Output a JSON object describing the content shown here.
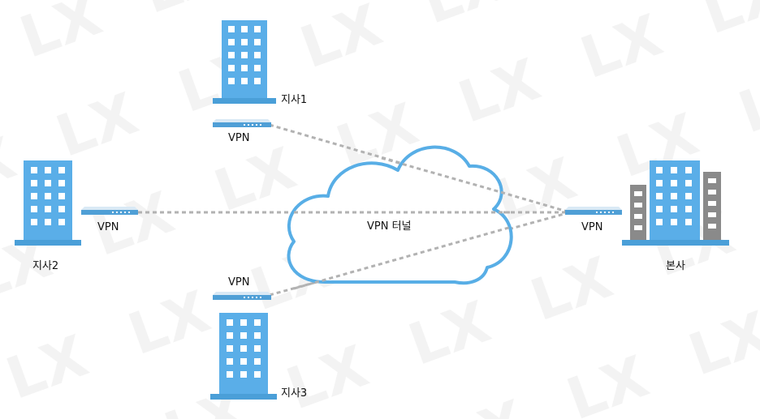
{
  "nodes": {
    "branch1": {
      "label": "지사1",
      "vpn_label": "VPN"
    },
    "branch2": {
      "label": "지사2",
      "vpn_label": "VPN"
    },
    "branch3": {
      "label": "지사3",
      "vpn_label": "VPN"
    },
    "hq": {
      "label": "본사",
      "vpn_label": "VPN"
    }
  },
  "tunnel": {
    "label": "VPN 터널"
  },
  "watermark": {
    "text": "LX"
  },
  "colors": {
    "building": "#5aaee8",
    "building_base": "#4a9fd8",
    "window": "#ffffff",
    "hq_side": "#8a8a8a",
    "cloud_stroke": "#58aee6",
    "dashed_line": "#b2b2b2",
    "router_body": "#4f9fd6",
    "router_top": "#d9e9f5"
  }
}
